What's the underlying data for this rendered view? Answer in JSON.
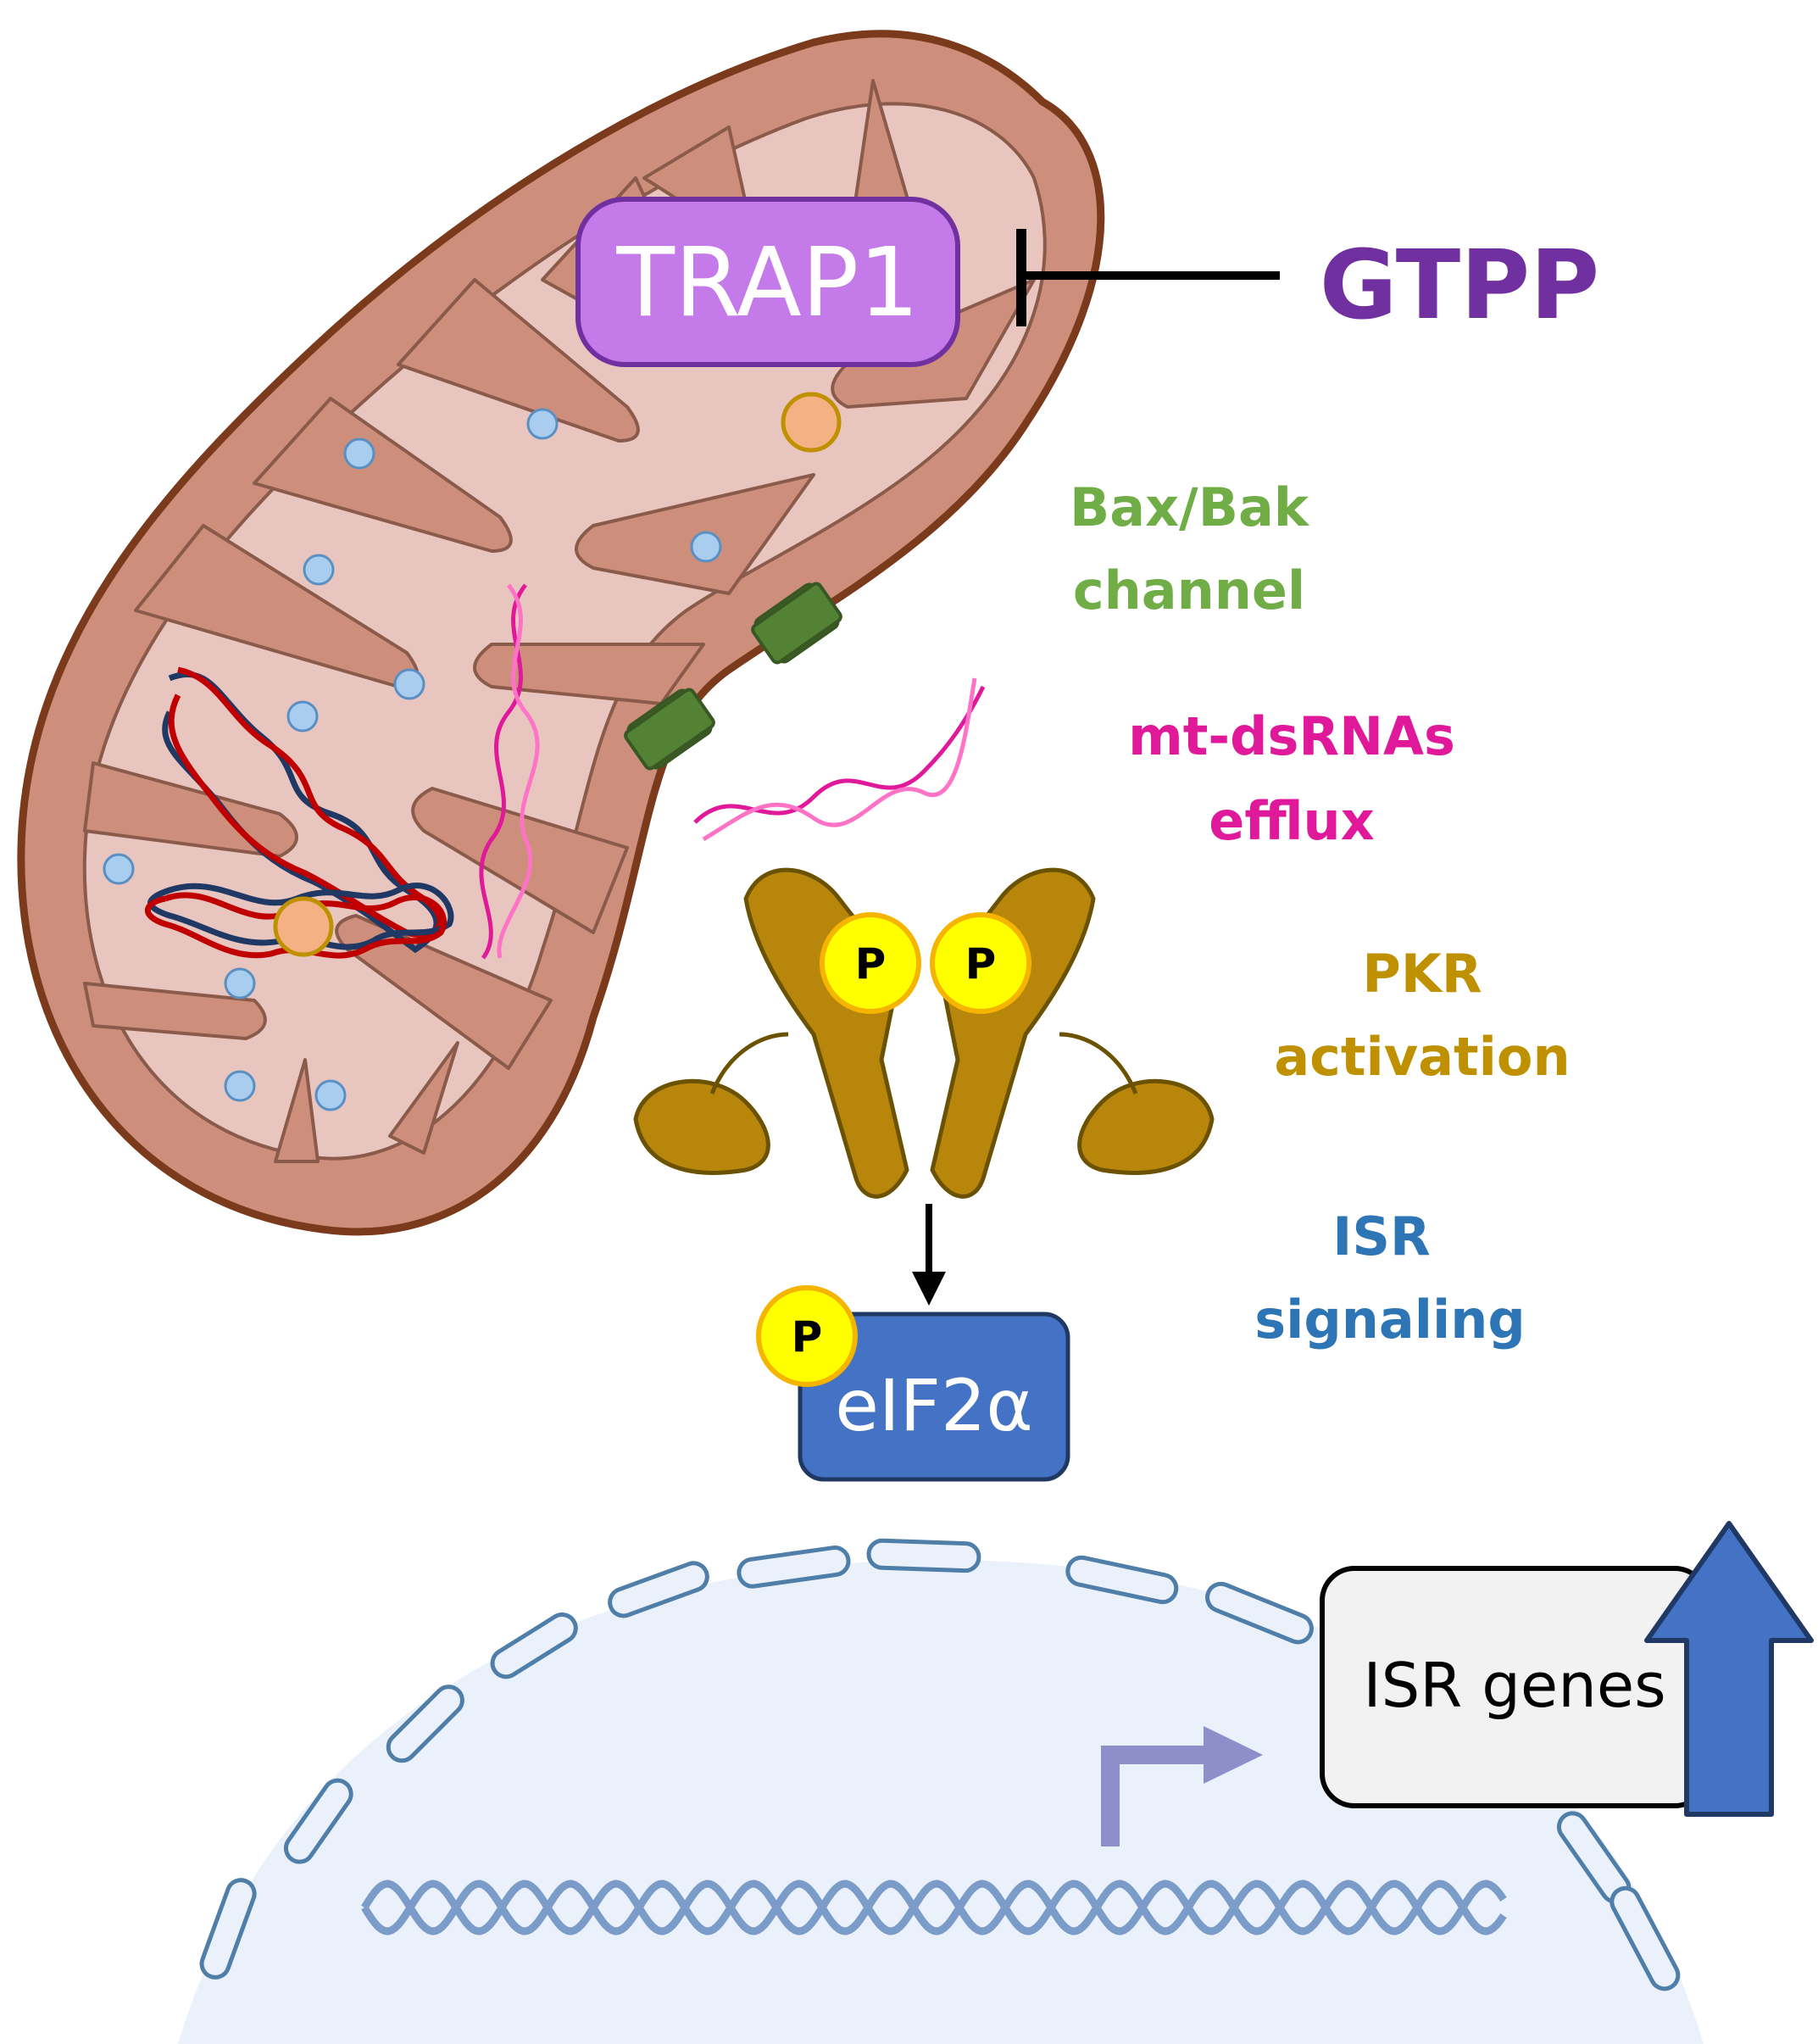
{
  "labels": {
    "trap1": "TRAP1",
    "gtpp": "GTPP",
    "baxbak_line1": "Bax/Bak",
    "baxbak_line2": "channel",
    "dsrna_line1": "mt-dsRNAs",
    "dsrna_line2": "efflux",
    "pkr_line1": "PKR",
    "pkr_line2": "activation",
    "isr_line1": "ISR",
    "isr_line2": "signaling",
    "p1": "P",
    "p2": "P",
    "p3": "P",
    "eif2a": "eIF2α",
    "isr_genes": "ISR genes"
  },
  "colors": {
    "mito_outer": "#cd8f7c",
    "mito_border": "#7b3a1c",
    "mito_inner": "#e8c5bf",
    "trap1_fill": "#c57ae9",
    "gtpp_text": "#7030a0",
    "baxbak_text": "#70ad47",
    "dsrna_text": "#e0189a",
    "pkr_text": "#bf9000",
    "pkr_fill": "#b8860b",
    "isr_text": "#2e75b6",
    "eif2a_fill": "#4472c4",
    "phospho_fill": "#ffff00",
    "nucleus_fill": "#eaf1fa",
    "up_arrow": "#4472c4",
    "promoter_arrow": "#8e8ecb"
  }
}
